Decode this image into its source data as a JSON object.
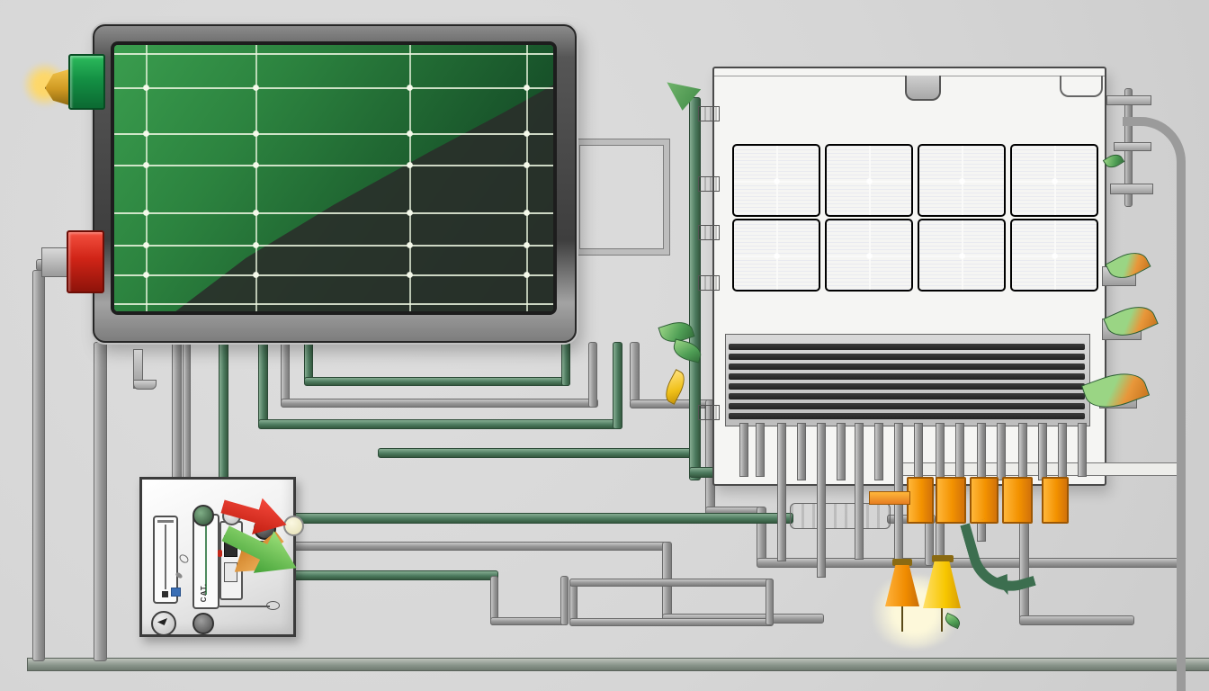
{
  "scene": {
    "background": "#d8d8d8",
    "subject": "solar panel system wiring illustration"
  },
  "monitor": {
    "frame_color": "#3e3e3e",
    "screen_green": "#2c833f",
    "shade_color": "#2a2d2a",
    "grid": {
      "h_fracs": [
        0.03,
        0.16,
        0.33,
        0.45,
        0.63,
        0.75,
        0.86,
        0.97
      ],
      "v_fracs": [
        0.071,
        0.322,
        0.673,
        0.939
      ],
      "line_color": "#ebf5df"
    }
  },
  "plugs": {
    "green": {
      "body_color": "#149044",
      "tip_color": "#cf9922",
      "glow_color": "#ffd764"
    },
    "red": {
      "body_color": "#d02417",
      "tip_color": "#9a9a9a"
    }
  },
  "solar_panel": {
    "rows": 2,
    "cols": 4,
    "cell_color": "#0c0c1c",
    "cross_color": "#fafafa",
    "heatsink_slats": 8
  },
  "pipes": {
    "green_color": "#4c7a5e",
    "gray_color": "#979797"
  },
  "control_panel": {
    "label": "CAT.",
    "arrow_colors": {
      "red": "#d8281a",
      "green": "#4aa238",
      "orange": "#d98a2e"
    },
    "indicators": {
      "dark": "#3a3a3a",
      "light": "#f2efcf"
    }
  },
  "connectors_bottom": {
    "orange_blocks": 5,
    "funnels": [
      "orange",
      "yellow"
    ]
  }
}
